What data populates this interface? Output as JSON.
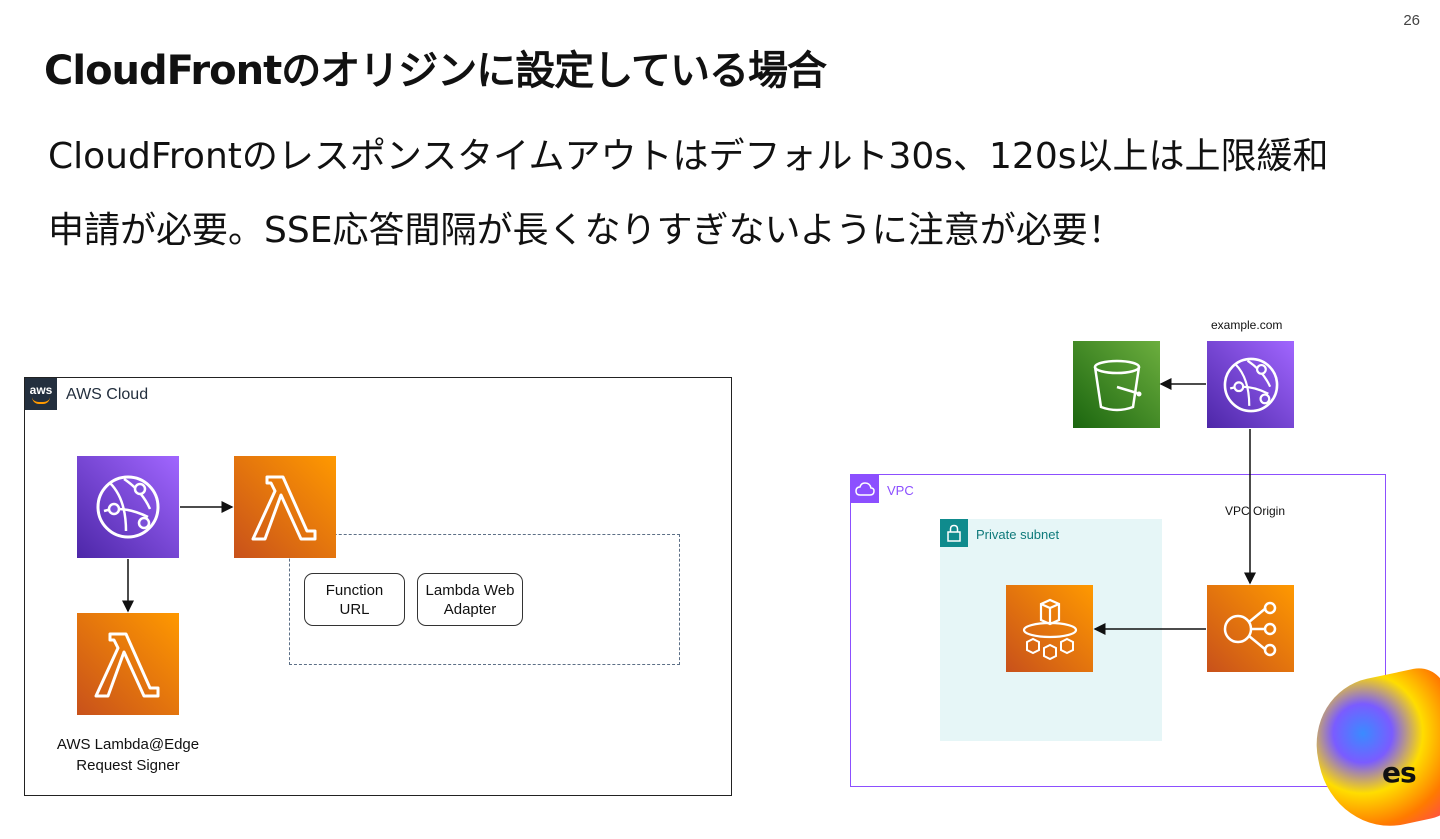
{
  "slide": {
    "page_number": "26",
    "title": "CloudFrontのオリジンに設定している場合",
    "body": "CloudFrontのレスポンスタイムアウトはデフォルト30s、120s以上は上限緩和申請が必要。SSE応答間隔が長くなりすぎないように注意が必要！"
  },
  "left_diagram": {
    "group_label": "AWS Cloud",
    "aws_badge": "aws",
    "function_url_line1": "Function",
    "function_url_line2": "URL",
    "adapter_line1": "Lambda Web",
    "adapter_line2": "Adapter",
    "edge_caption_line1": "AWS Lambda@Edge",
    "edge_caption_line2": "Request Signer",
    "icons": [
      "cloudfront-icon",
      "lambda-icon",
      "lambda-edge-icon"
    ]
  },
  "right_diagram": {
    "domain_label": "example.com",
    "vpc_label": "VPC",
    "subnet_label": "Private subnet",
    "vpc_origin_label": "VPC Origin",
    "icons": [
      "s3-bucket-icon",
      "cloudfront-icon",
      "load-balancer-icon",
      "ecs-fargate-icon"
    ]
  },
  "logo": {
    "text": "es"
  },
  "colors": {
    "cloudfront_purple": "#8c4fff",
    "lambda_orange": "#ff9900",
    "s3_green": "#6cae3e",
    "subnet_teal": "#0f8b8d",
    "subnet_fill": "#e6f6f7"
  }
}
